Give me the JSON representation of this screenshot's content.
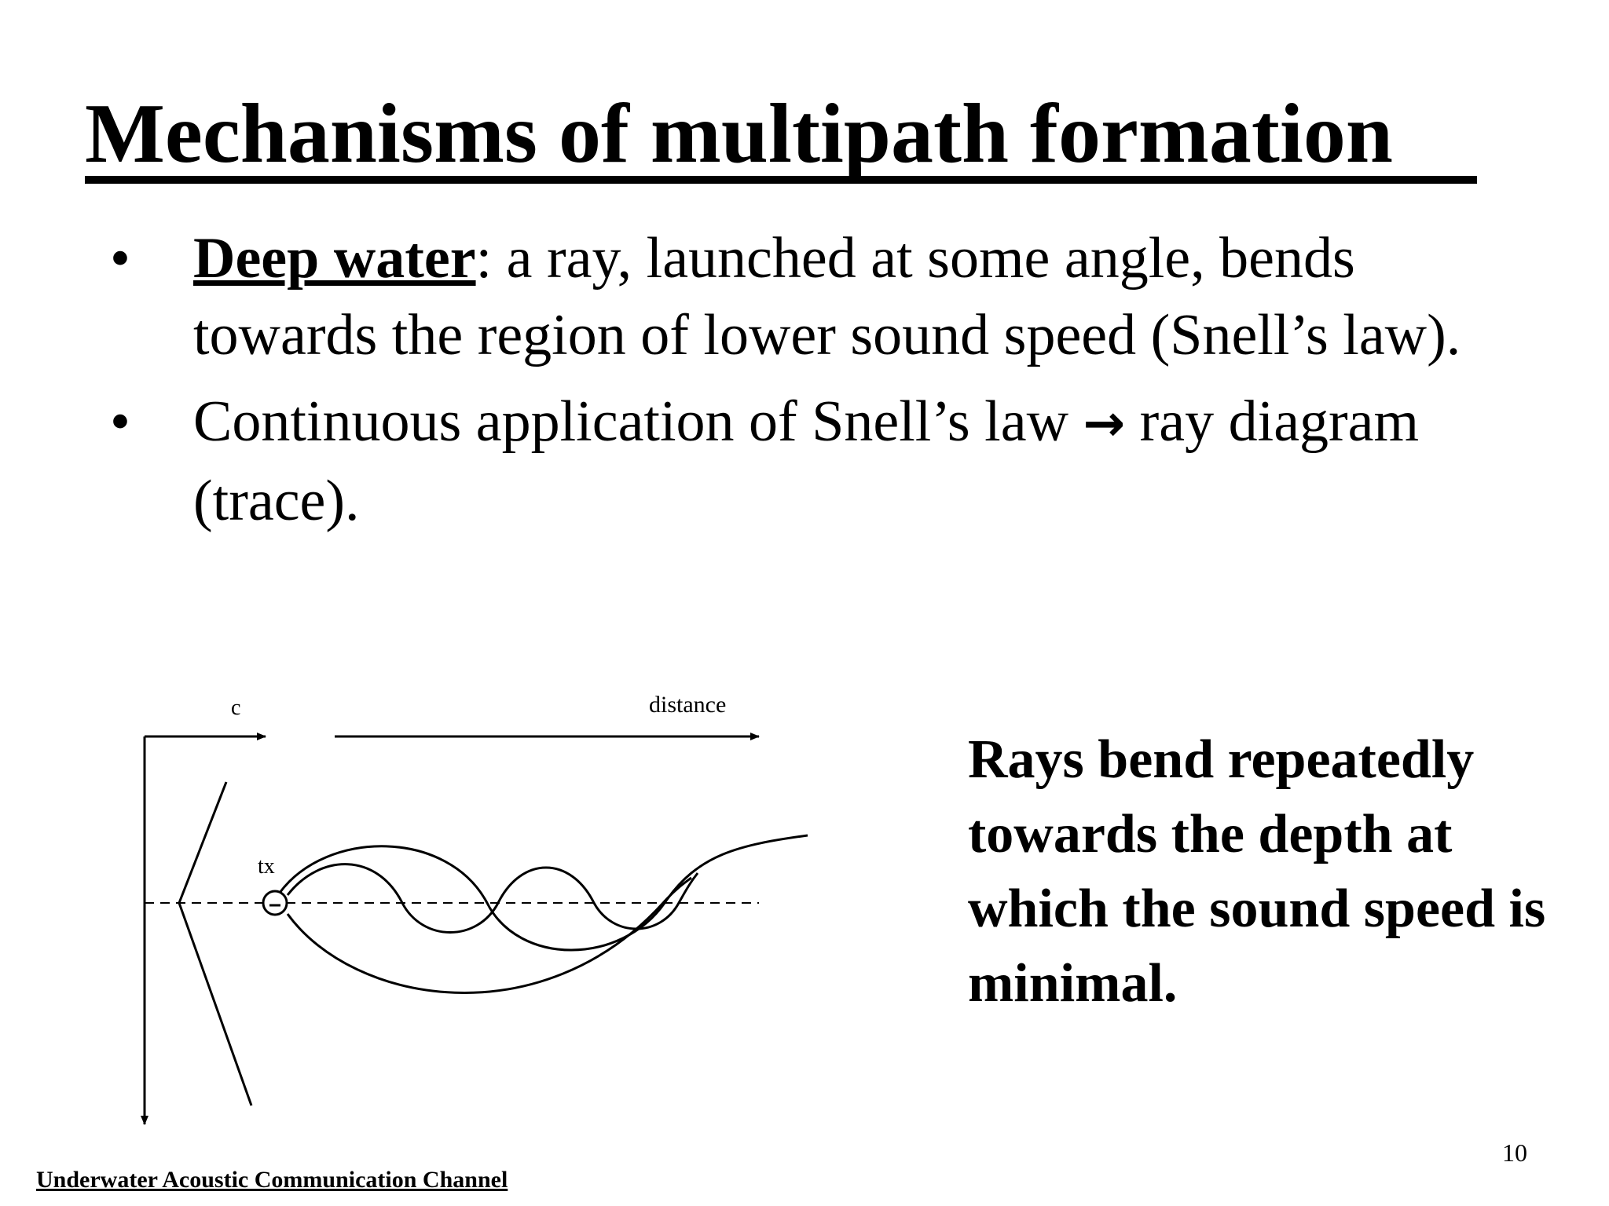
{
  "slide": {
    "title": "Mechanisms of multipath formation",
    "bullets": [
      {
        "lead": "Deep water",
        "text": ": a ray, launched at some angle, bends towards  the region of lower sound speed (Snell’s law)."
      },
      {
        "lead": "",
        "text": "Continuous application of Snell’s law ",
        "arrow": "→",
        "tail": "  ray diagram (trace)."
      }
    ],
    "bullet_symbol": "•",
    "callout": "Rays bend repeatedly towards the depth at which the  sound speed is minimal.",
    "footer": "Underwater Acoustic Communication Channel",
    "page_number": "10"
  },
  "diagram": {
    "speed_axis_label": "c",
    "distance_axis_label": "distance",
    "transmitter_label": "tx"
  }
}
